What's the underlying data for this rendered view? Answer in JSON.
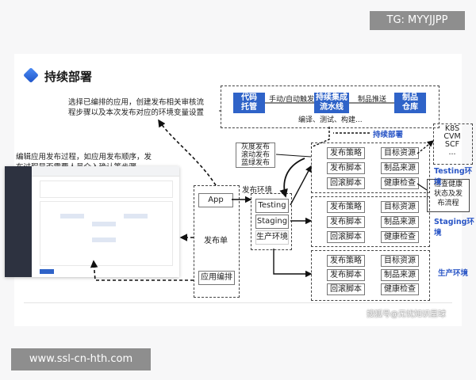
{
  "watermarks": {
    "tg": "TG: MYYJJPP",
    "url": "www.ssl-cn-hth.com",
    "sohu": "搜狐号@无忧知识星球"
  },
  "title": "持续部署",
  "notes": {
    "top": "选择已编排的应用，创建发布相关审核流程步骤以及本次发布对应的环境变量设置",
    "left": "编辑应用发布过程，如应用发布顺序，发布过程是否需要人员介入确认等步骤。"
  },
  "pipeline": {
    "code": "代码\n托管",
    "trigger": "手动/自动触发",
    "ci": "持续集成\n流水线",
    "push": "制品推送",
    "repo": "制品\n仓库",
    "build": "编译、测试、构建...",
    "cd_label": "持续部署"
  },
  "app_panel": {
    "app": "App",
    "release": "发布单",
    "orchestrate": "应用编排"
  },
  "strategies": {
    "items": [
      "灰度发布",
      "滚动发布",
      "蓝绿发布"
    ]
  },
  "env_label": "发布环境",
  "envs": [
    {
      "name": "Testing",
      "label": "Testing环境",
      "cells": [
        "发布策略",
        "目标资源",
        "发布脚本",
        "制品来源",
        "回滚脚本",
        "健康检查"
      ]
    },
    {
      "name": "Staging",
      "label": "Staging环境",
      "cells": [
        "发布策略",
        "目标资源",
        "发布脚本",
        "制品来源",
        "回滚脚本",
        "健康检查"
      ]
    },
    {
      "name": "生产环境",
      "label": "生产环境",
      "cells": [
        "发布策略",
        "目标资源",
        "发布脚本",
        "制品来源",
        "回滚脚本",
        "健康检查"
      ]
    }
  ],
  "targets": {
    "lines": [
      "K8S",
      "CVM",
      "SCF",
      "..."
    ]
  },
  "health_note": "检查健康\n状态及发\n布流程",
  "colors": {
    "brand_blue": "#2f63c8",
    "label_blue": "#2a56c6"
  }
}
